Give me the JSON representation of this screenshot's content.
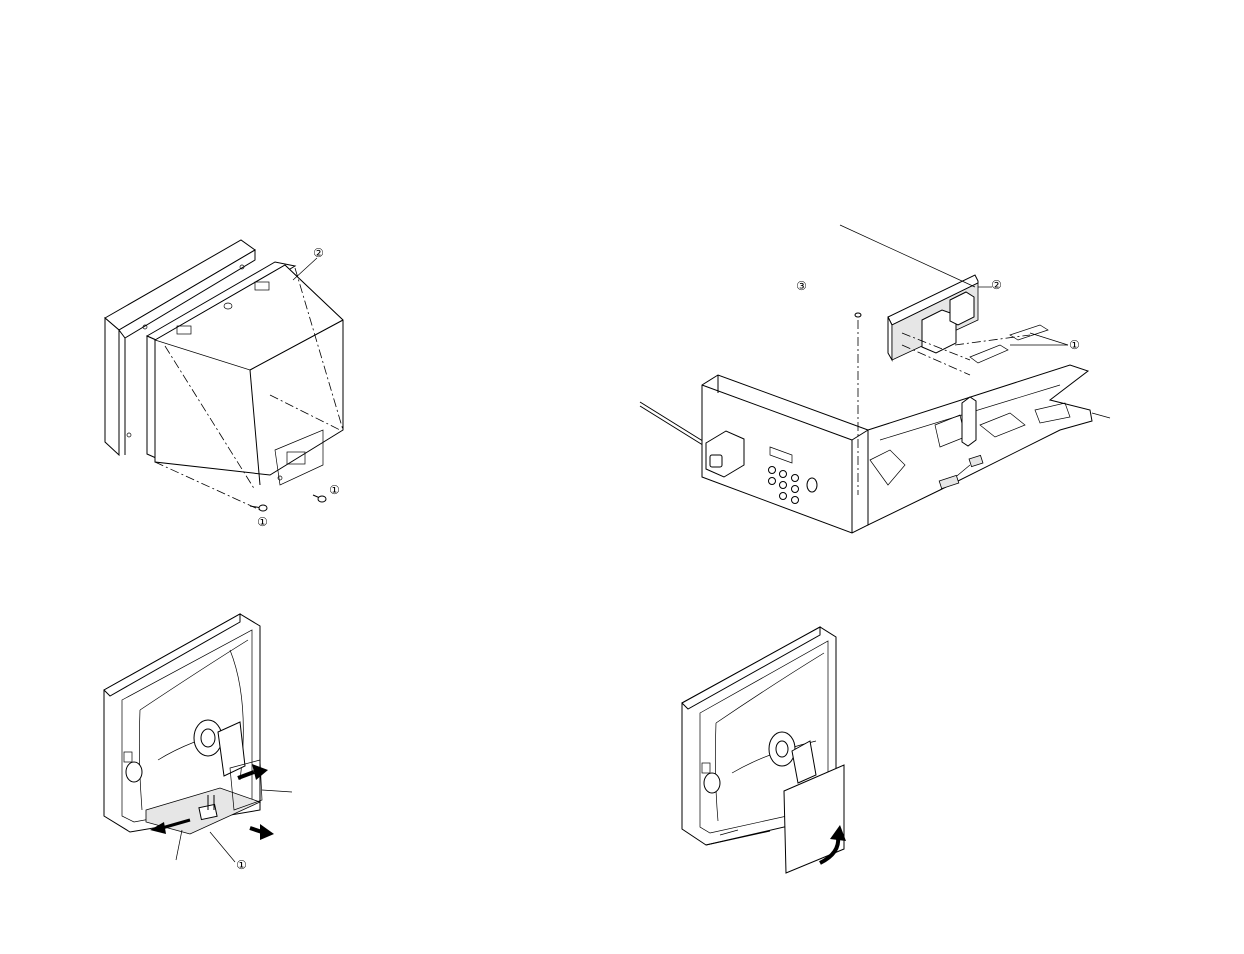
{
  "callouts": {
    "cabinet_screw_label": "①",
    "cabinet_screw_label_2": "①",
    "cabinet_rear_label": "②",
    "bracket_screw_label": "①",
    "board_label": "②",
    "chassis_screw_label": "③",
    "chassis_pull_label": "①"
  },
  "icons": {
    "rear_cover_removal": "crt-rear-cover-exploded",
    "board_removal": "main-chassis-exploded",
    "chassis_pull": "chassis-slide-out",
    "board_flip": "board-lift-up"
  }
}
